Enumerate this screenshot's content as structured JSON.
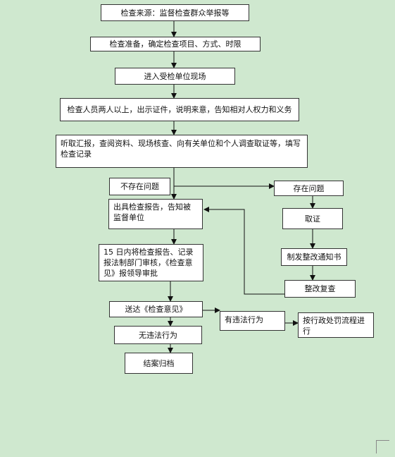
{
  "flow": {
    "source": "检查来源：监督检查群众举报等",
    "prepare": "检查准备，确定检查项目、方式、时限",
    "enter_site": "进入受检单位现场",
    "show_id": "检查人员两人以上，出示证件，说明来意，告知相对人权力和义务",
    "collect": "听取汇报，查阅资料、现场核查、向有关单位和个人调查取证等，填写检查记录",
    "no_issue": "不存在问题",
    "has_issue": "存在问题",
    "issue_report": "出具检查报告，告知被监督单位",
    "evidence": "取证",
    "notice": "制发整改通知书",
    "recheck": "整改复查",
    "review": "15 日内将检查报告、记录报法制部门审核，《检查意见》报领导审批",
    "deliver": "送达《检查意见》",
    "illegal": "有违法行为",
    "penalty": "按行政处罚流程进行",
    "no_illegal": "无违法行为",
    "archive": "结案归档"
  }
}
